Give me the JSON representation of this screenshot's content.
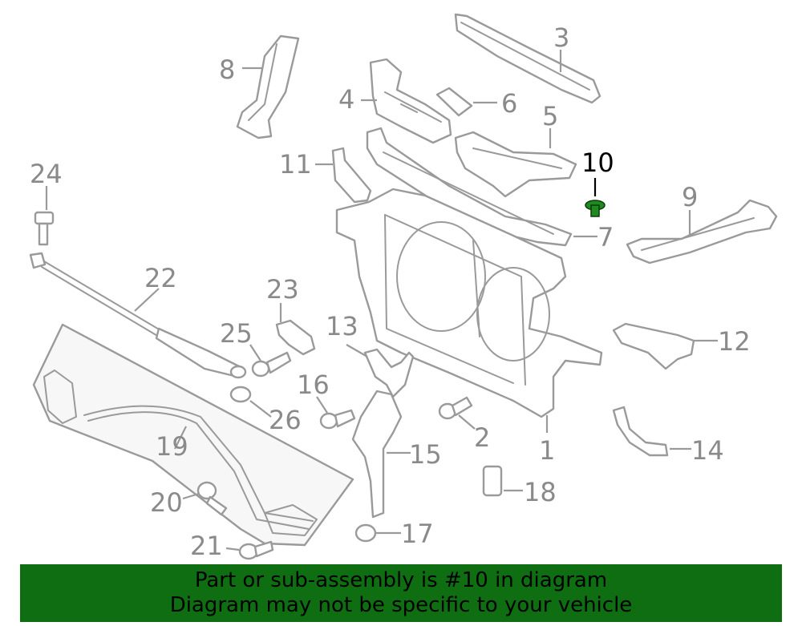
{
  "diagram": {
    "highlight_part": "10",
    "highlight_color": "#1f8a1f",
    "callouts": [
      "1",
      "2",
      "3",
      "4",
      "5",
      "6",
      "7",
      "8",
      "9",
      "10",
      "11",
      "12",
      "13",
      "14",
      "15",
      "16",
      "17",
      "18",
      "19",
      "20",
      "21",
      "22",
      "23",
      "24",
      "25",
      "26"
    ]
  },
  "banner": {
    "line1": "Part or sub-assembly is #10 in diagram",
    "line2": "Diagram may not be specific to your vehicle",
    "background": "#0f6e12"
  }
}
